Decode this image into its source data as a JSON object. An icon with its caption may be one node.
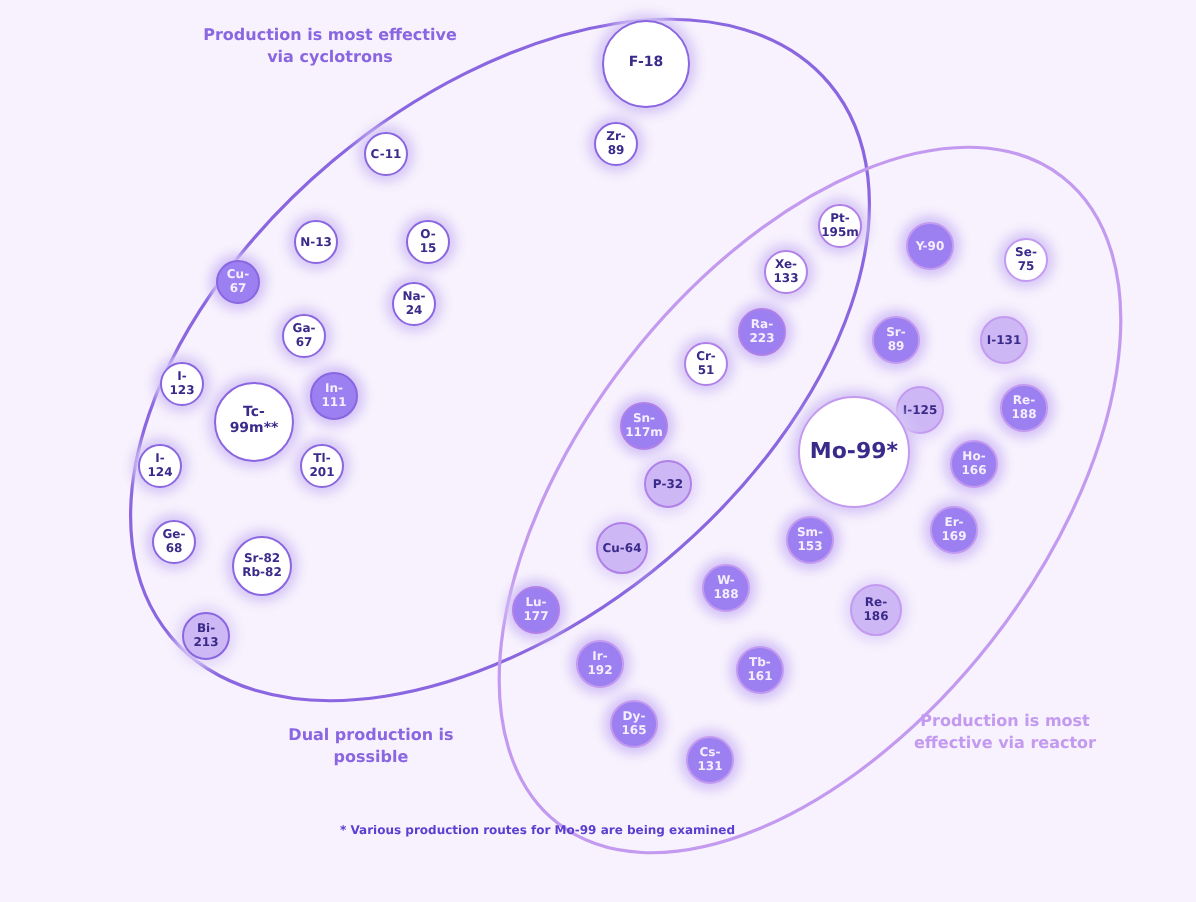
{
  "diagram": {
    "caption": "* Various production routes for Mo-99 are being examined",
    "nodes": [
      {
        "text": [
          "Production is most effective via cyclotrons"
        ]
      },
      {
        "text": [
          "Production is most effective via reactor"
        ]
      },
      {
        "text": [
          "F-18"
        ],
        "in": 0
      },
      {
        "text": [
          "C-11"
        ],
        "in": 0
      },
      {
        "text": [
          "Zr-89"
        ],
        "in": 0
      },
      {
        "text": [
          "N-13"
        ],
        "in": 0
      },
      {
        "text": [
          "O-15"
        ],
        "in": 0
      },
      {
        "text": [
          "Cu-67"
        ],
        "in": 0
      },
      {
        "text": [
          "Na-24"
        ],
        "in": 0
      },
      {
        "text": [
          "Ga-67"
        ],
        "in": 0
      },
      {
        "text": [
          "I-123"
        ],
        "in": 0
      },
      {
        "text": [
          "In-111"
        ],
        "in": 0
      },
      {
        "text": [
          "Tc-99m**"
        ],
        "in": 0
      },
      {
        "text": [
          "I-124"
        ],
        "in": 0
      },
      {
        "text": [
          "Tl-201"
        ],
        "in": 0
      },
      {
        "text": [
          "Ge-68"
        ],
        "in": 0
      },
      {
        "text": [
          "Sr-82 Rb-82"
        ],
        "in": 0
      },
      {
        "text": [
          "Bi-213"
        ],
        "in": 0
      },
      {
        "text": [
          "Pt-195m"
        ]
      },
      {
        "text": [
          "Xe-133"
        ]
      },
      {
        "text": [
          "Ra-223"
        ]
      },
      {
        "text": [
          "Cr-51"
        ]
      },
      {
        "text": [
          "Sn-117m"
        ]
      },
      {
        "text": [
          "P-32"
        ]
      },
      {
        "text": [
          "Cu-64"
        ]
      },
      {
        "text": [
          "Lu-177"
        ]
      },
      {
        "text": [
          "Y-90"
        ],
        "in": 1
      },
      {
        "text": [
          "Se-75"
        ],
        "in": 1
      },
      {
        "text": [
          "Sr-89"
        ],
        "in": 1
      },
      {
        "text": [
          "I-131"
        ],
        "in": 1
      },
      {
        "text": [
          "I-125"
        ],
        "in": 1
      },
      {
        "text": [
          "Re-188"
        ],
        "in": 1
      },
      {
        "text": [
          "Mo-99*"
        ],
        "in": 1
      },
      {
        "text": [
          "Ho-166"
        ],
        "in": 1
      },
      {
        "text": [
          "Er-169"
        ],
        "in": 1
      },
      {
        "text": [
          "Sm-153"
        ],
        "in": 1
      },
      {
        "text": [
          "W-188"
        ],
        "in": 1
      },
      {
        "text": [
          "Re-186"
        ],
        "in": 1
      },
      {
        "text": [
          "Ir-192"
        ],
        "in": 1
      },
      {
        "text": [
          "Tb-161"
        ],
        "in": 1
      },
      {
        "text": [
          "Dy-165"
        ],
        "in": 1
      },
      {
        "text": [
          "Cs-131"
        ],
        "in": 1
      }
    ],
    "labels": [
      "Dual production is possible"
    ]
  }
}
